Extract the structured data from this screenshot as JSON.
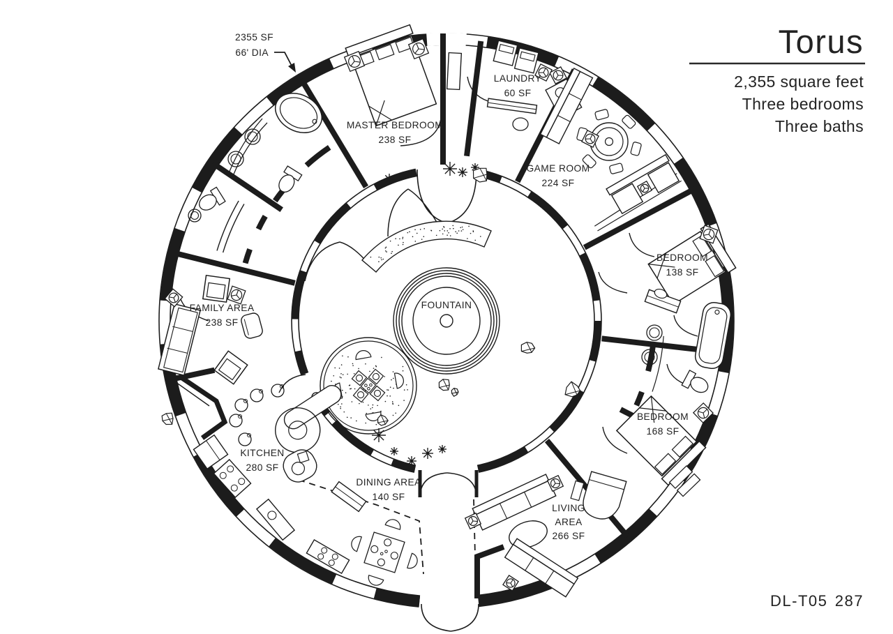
{
  "title_block": {
    "title": "Torus",
    "specs": [
      "2,355 square feet",
      "Three bedrooms",
      "Three baths"
    ]
  },
  "footer": {
    "drawing_number": "DL-T05",
    "page_number": "287"
  },
  "callout": {
    "line1": "2355 SF",
    "line2": "66' DIA"
  },
  "rooms": {
    "master_bedroom": {
      "name": "MASTER BEDROOM",
      "area": "238 SF"
    },
    "laundry": {
      "name": "LAUNDRY",
      "area": "60 SF"
    },
    "game_room": {
      "name": "GAME ROOM",
      "area": "224 SF"
    },
    "bedroom_upper": {
      "name": "BEDROOM",
      "area": "138 SF"
    },
    "family_area": {
      "name": "FAMILY AREA",
      "area": "238 SF"
    },
    "fountain": {
      "name": "FOUNTAIN"
    },
    "bedroom_lower": {
      "name": "BEDROOM",
      "area": "168 SF"
    },
    "kitchen": {
      "name": "KITCHEN",
      "area": "280 SF"
    },
    "dining_area": {
      "name": "DINING AREA",
      "area": "140 SF"
    },
    "living_area": {
      "name_line1": "LIVING",
      "name_line2": "AREA",
      "area": "266 SF"
    }
  },
  "colors": {
    "ink": "#1c1c1c",
    "background": "#ffffff"
  }
}
